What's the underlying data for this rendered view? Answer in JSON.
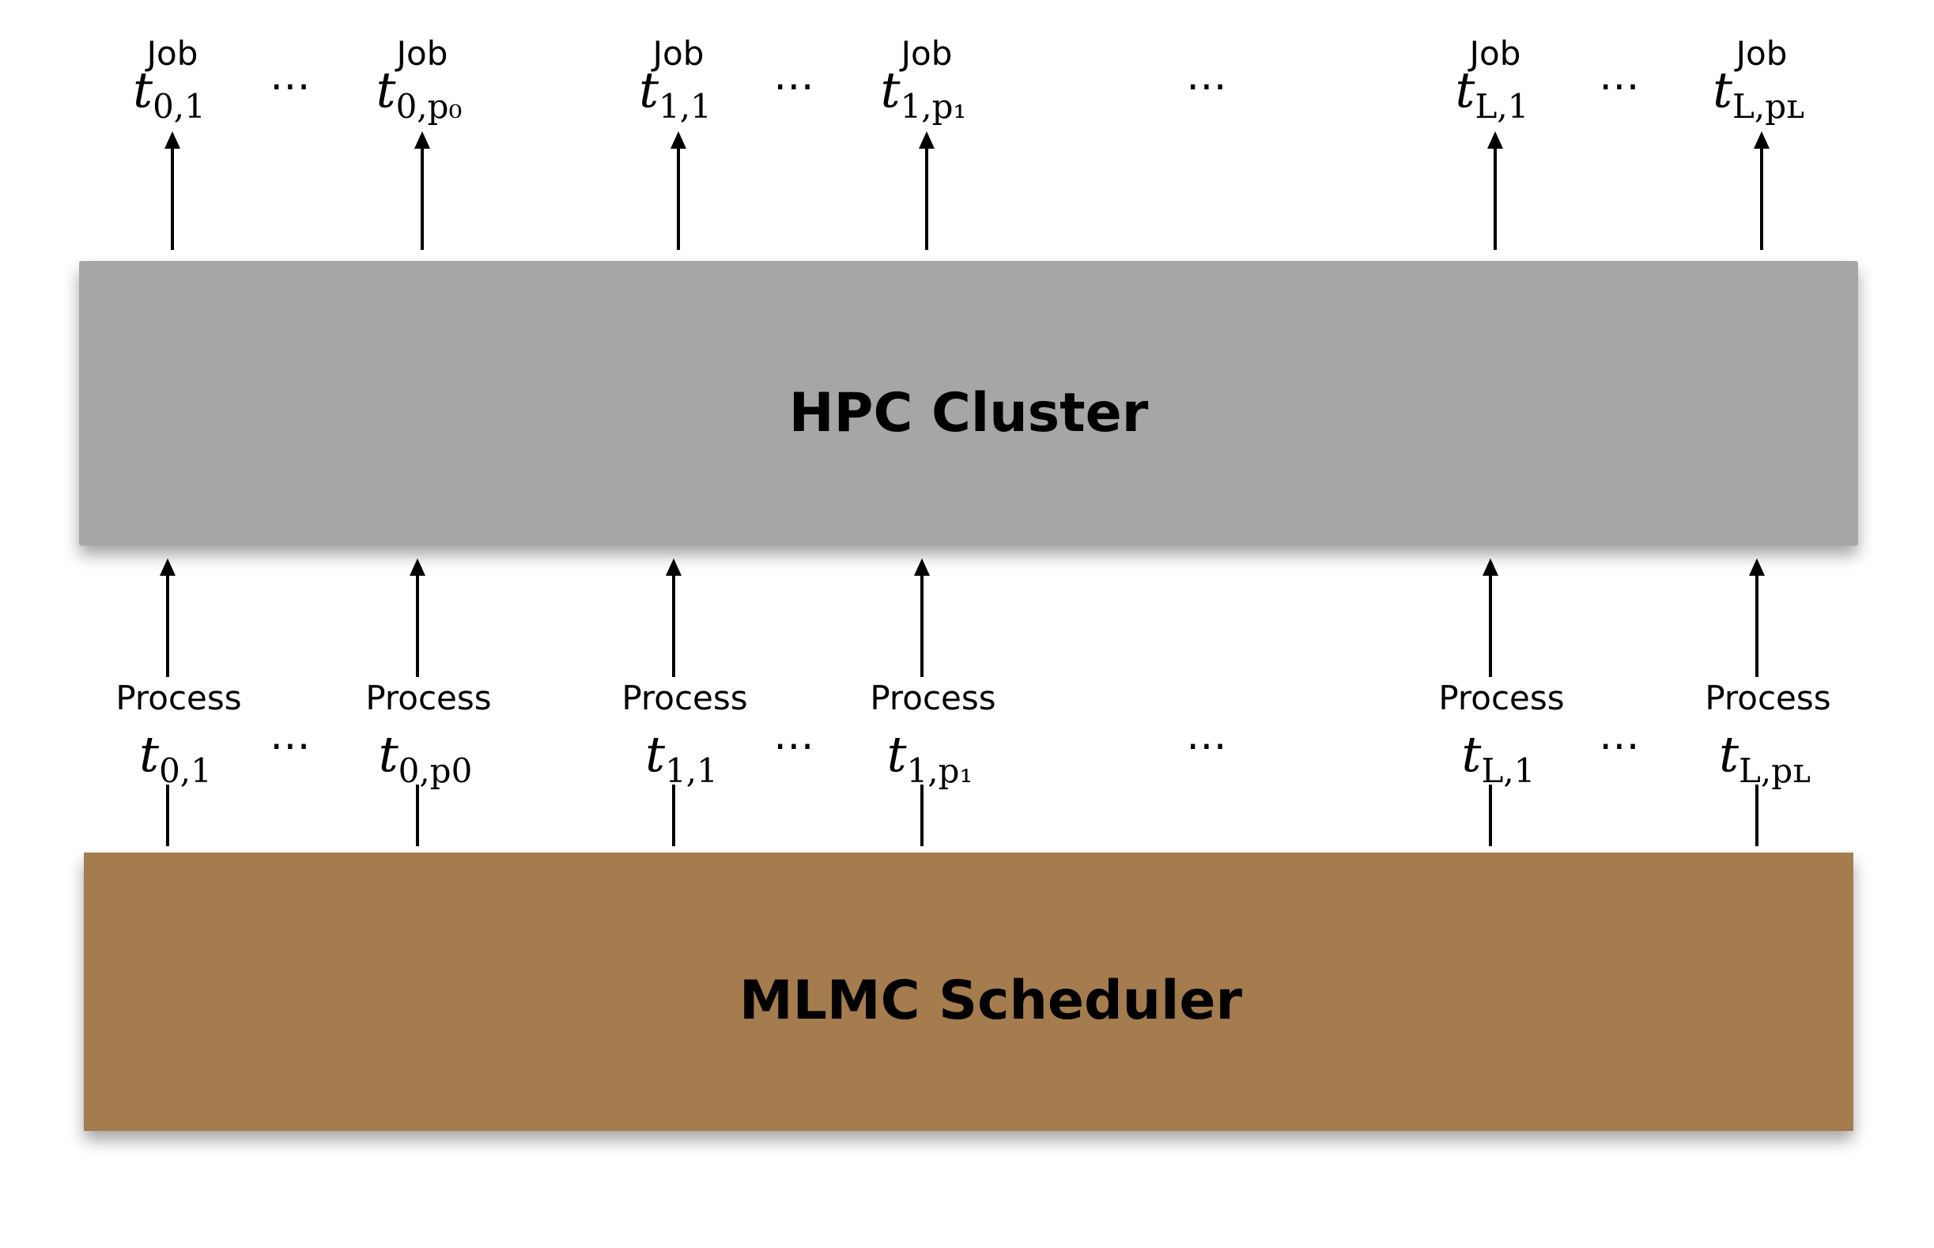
{
  "hpc_cluster": {
    "label": "HPC Cluster",
    "color": "#a6a6a6"
  },
  "scheduler": {
    "label": "MLMC Scheduler",
    "color": "#a47c4d"
  },
  "job_word": "Job",
  "process_word": "Process",
  "ellipsis": "⋯",
  "jobs": [
    {
      "var": "t",
      "sub": "0,1"
    },
    {
      "var": "t",
      "sub": "0,p₀"
    },
    {
      "var": "t",
      "sub": "1,1"
    },
    {
      "var": "t",
      "sub": "1,p₁"
    },
    {
      "var": "t",
      "sub": "L,1"
    },
    {
      "var": "t",
      "sub": "L,pʟ"
    }
  ],
  "processes": [
    {
      "var": "t",
      "sub": "0,1"
    },
    {
      "var": "t",
      "sub": "0,p0"
    },
    {
      "var": "t",
      "sub": "1,1"
    },
    {
      "var": "t",
      "sub": "1,p₁"
    },
    {
      "var": "t",
      "sub": "L,1"
    },
    {
      "var": "t",
      "sub": "L,pʟ"
    }
  ]
}
